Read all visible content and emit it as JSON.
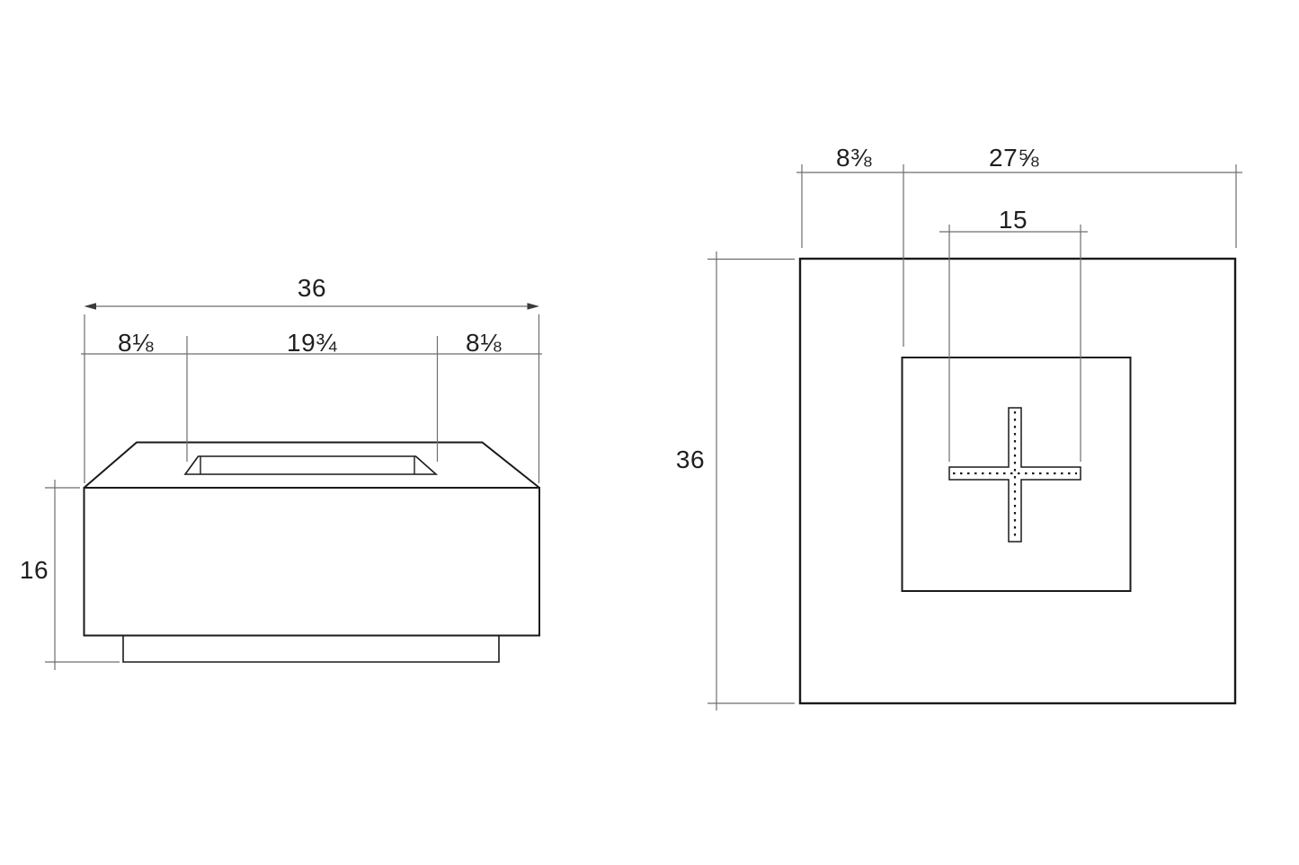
{
  "colors": {
    "object_line": "#1a1a1a",
    "dim_line": "#6e6e6e",
    "text": "#1f1f1f",
    "background": "#ffffff"
  },
  "side_view": {
    "dim_total_width": "36",
    "dim_left_margin": "8⅛",
    "dim_opening_width": "19¾",
    "dim_right_margin": "8⅛",
    "dim_height": "16"
  },
  "top_view": {
    "dim_edge_to_opening": "8⅜",
    "dim_opening_to_edge": "27⅝",
    "dim_burner_width": "15",
    "dim_side_length": "36"
  }
}
